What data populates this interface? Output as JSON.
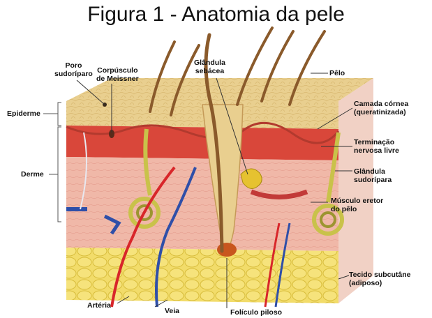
{
  "title": "Figura 1 - Anatomia da pele",
  "labels": {
    "poro": [
      "Poro",
      "sudoríparo"
    ],
    "corpusculo": [
      "Corpúsculo",
      "de Meissner"
    ],
    "glandula_sebacea": [
      "Glândula",
      "sebácea"
    ],
    "pelo": "Pêlo",
    "camada_cornea": [
      "Camada córnea",
      "(queratinizada)"
    ],
    "epiderme": "Epiderme",
    "terminacao": [
      "Terminação",
      "nervosa livre"
    ],
    "derme": "Derme",
    "glandula_sudoripara": [
      "Glândula",
      "sudorípara"
    ],
    "musculo": [
      "Músculo eretor",
      "do pêlo"
    ],
    "tecido": [
      "Tecido subcutâne",
      "(adiposo)"
    ],
    "arteria": "Artéria",
    "veia": "Veia",
    "foliculo": "Folículo piloso"
  },
  "colors": {
    "epidermis": "#e9cf8f",
    "dermis_upper": "#d9473a",
    "dermis": "#f0b8a8",
    "fat": "#f2dc6a",
    "hair": "#8a5a2b",
    "artery": "#d8262a",
    "vein": "#2f4fa8",
    "gland": "#c9c24a"
  }
}
